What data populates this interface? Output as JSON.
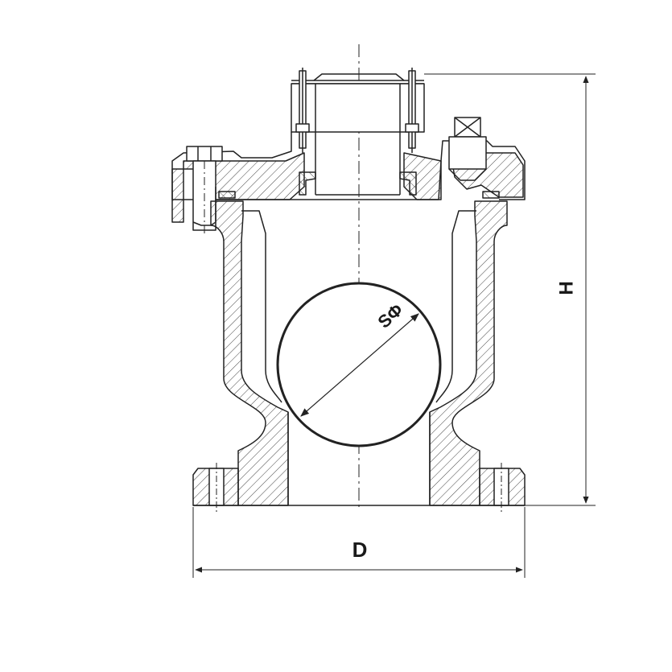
{
  "diagram": {
    "labels": {
      "height": "H",
      "diameter": "D",
      "sphere": "SΦ"
    },
    "colors": {
      "line": "#222222",
      "hatch": "#444444",
      "background": "#ffffff"
    }
  }
}
